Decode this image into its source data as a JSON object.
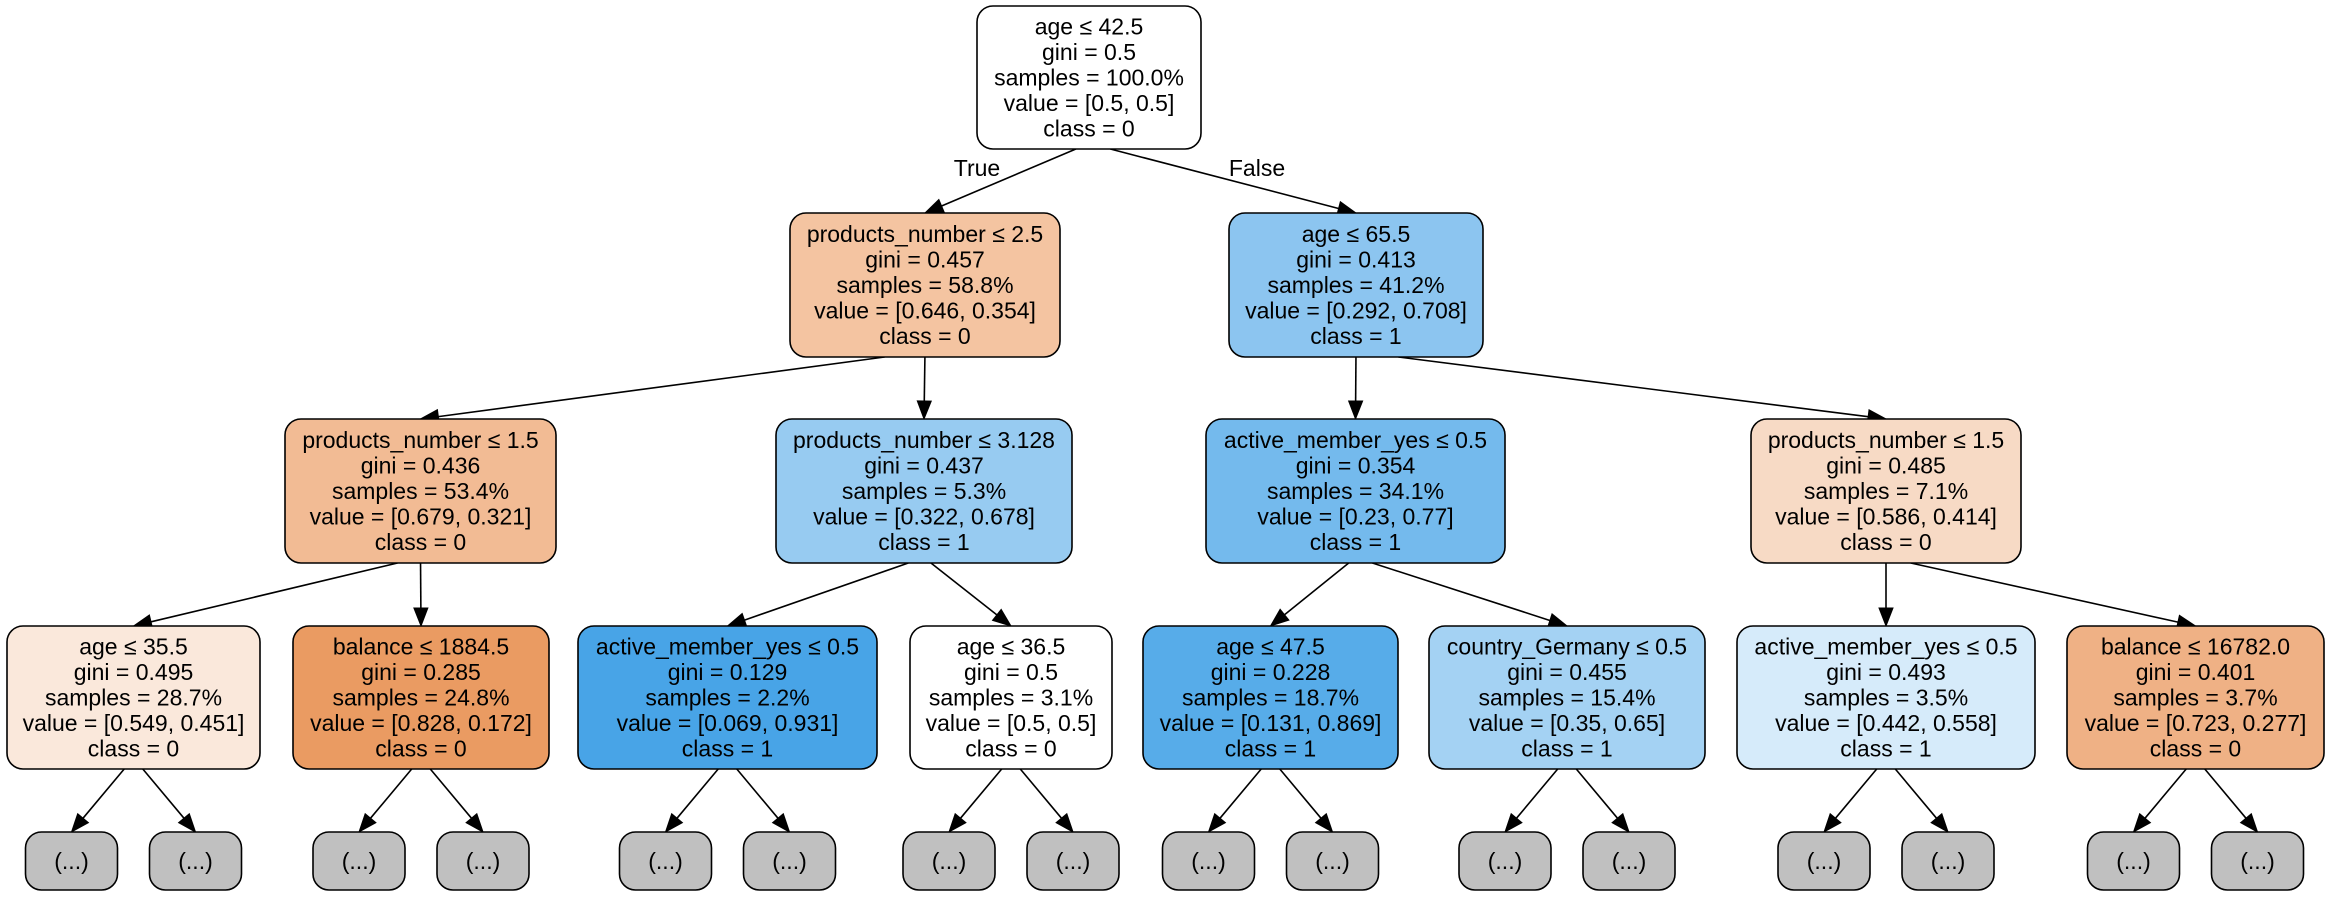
{
  "colors": {
    "class0": "#E58139",
    "class1": "#399DE5",
    "truncated": "#C0C0C0"
  },
  "tree": {
    "root_edge_labels": {
      "left": "True",
      "right": "False"
    },
    "truncated_label": "(...)",
    "nodes": [
      {
        "id": "n0",
        "lines": [
          "age ≤ 42.5",
          "gini = 0.5",
          "samples = 100.0%",
          "value = [0.5, 0.5]",
          "class = 0"
        ],
        "fill": "#FFFFFF"
      },
      {
        "id": "n1",
        "lines": [
          "products_number ≤ 2.5",
          "gini = 0.457",
          "samples = 58.8%",
          "value = [0.646, 0.354]",
          "class = 0"
        ],
        "fill": "#F4C4A1"
      },
      {
        "id": "n2",
        "lines": [
          "age ≤ 65.5",
          "gini = 0.413",
          "samples = 41.2%",
          "value = [0.292, 0.708]",
          "class = 1"
        ],
        "fill": "#8CC5F0"
      },
      {
        "id": "n3",
        "lines": [
          "products_number ≤ 1.5",
          "gini = 0.436",
          "samples = 53.4%",
          "value = [0.679, 0.321]",
          "class = 0"
        ],
        "fill": "#F2BB94"
      },
      {
        "id": "n4",
        "lines": [
          "products_number ≤ 3.128",
          "gini = 0.437",
          "samples = 5.3%",
          "value = [0.322, 0.678]",
          "class = 1"
        ],
        "fill": "#97CBF1"
      },
      {
        "id": "n5",
        "lines": [
          "active_member_yes ≤ 0.5",
          "gini = 0.354",
          "samples = 34.1%",
          "value = [0.23, 0.77]",
          "class = 1"
        ],
        "fill": "#74BAED"
      },
      {
        "id": "n6",
        "lines": [
          "products_number ≤ 1.5",
          "gini = 0.485",
          "samples = 7.1%",
          "value = [0.586, 0.414]",
          "class = 0"
        ],
        "fill": "#F7DAC5"
      },
      {
        "id": "n7",
        "lines": [
          "age ≤ 35.5",
          "gini = 0.495",
          "samples = 28.7%",
          "value = [0.549, 0.451]",
          "class = 0"
        ],
        "fill": "#FAE8DB"
      },
      {
        "id": "n8",
        "lines": [
          "balance ≤ 1884.5",
          "gini = 0.285",
          "samples = 24.8%",
          "value = [0.828, 0.172]",
          "class = 0"
        ],
        "fill": "#EA9B62"
      },
      {
        "id": "n9",
        "lines": [
          "active_member_yes ≤ 0.5",
          "gini = 0.129",
          "samples = 2.2%",
          "value = [0.069, 0.931]",
          "class = 1"
        ],
        "fill": "#48A4E7"
      },
      {
        "id": "n10",
        "lines": [
          "age ≤ 36.5",
          "gini = 0.5",
          "samples = 3.1%",
          "value = [0.5, 0.5]",
          "class = 0"
        ],
        "fill": "#FFFFFF"
      },
      {
        "id": "n11",
        "lines": [
          "age ≤ 47.5",
          "gini = 0.228",
          "samples = 18.7%",
          "value = [0.131, 0.869]",
          "class = 1"
        ],
        "fill": "#57ACE9"
      },
      {
        "id": "n12",
        "lines": [
          "country_Germany ≤ 0.5",
          "gini = 0.455",
          "samples = 15.4%",
          "value = [0.35, 0.65]",
          "class = 1"
        ],
        "fill": "#A4D2F3"
      },
      {
        "id": "n13",
        "lines": [
          "active_member_yes ≤ 0.5",
          "gini = 0.493",
          "samples = 3.5%",
          "value = [0.442, 0.558]",
          "class = 1"
        ],
        "fill": "#D6EBFA"
      },
      {
        "id": "n14",
        "lines": [
          "balance ≤ 16782.0",
          "gini = 0.401",
          "samples = 3.7%",
          "value = [0.723, 0.277]",
          "class = 0"
        ],
        "fill": "#EFB185"
      }
    ]
  }
}
